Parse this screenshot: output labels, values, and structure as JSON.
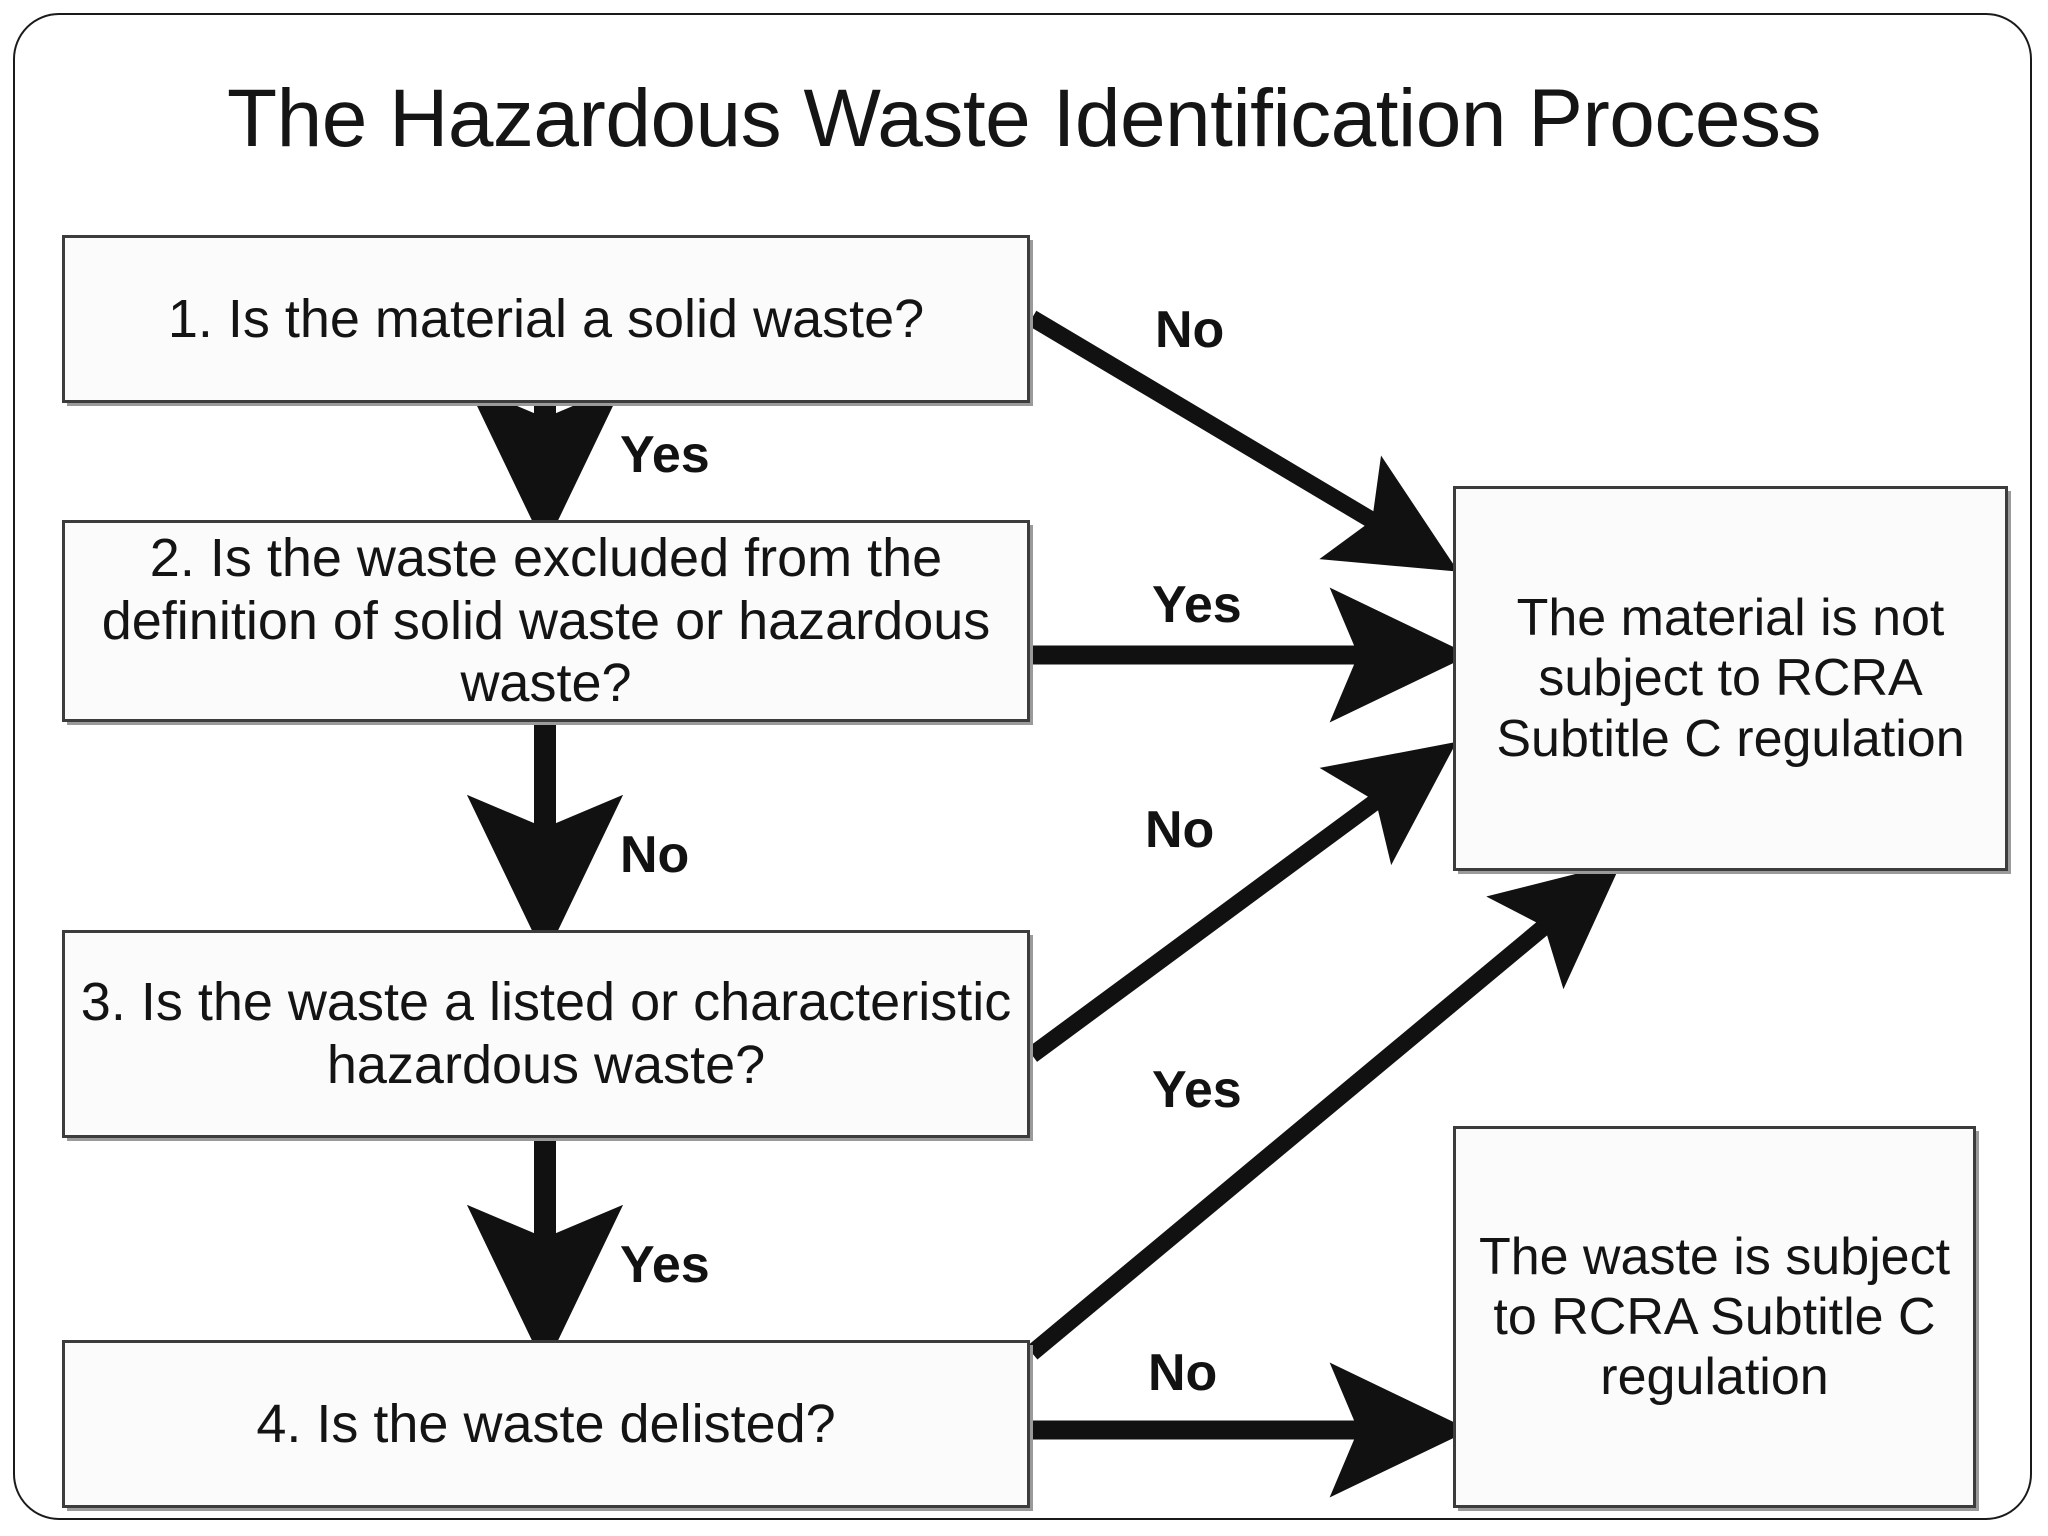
{
  "document": {
    "title": "The Hazardous Waste Identification Process"
  },
  "flowchart": {
    "type": "decision-flowchart",
    "nodes": [
      {
        "id": "q1",
        "kind": "decision",
        "label": "1. Is the material a solid waste?"
      },
      {
        "id": "q2",
        "kind": "decision",
        "label": "2. Is the waste excluded from the definition of solid waste or hazardous waste?"
      },
      {
        "id": "q3",
        "kind": "decision",
        "label": "3. Is the waste a listed or characteristic hazardous waste?"
      },
      {
        "id": "q4",
        "kind": "decision",
        "label": "4. Is the waste delisted?"
      },
      {
        "id": "out-not-subject",
        "kind": "outcome",
        "label": "The material is not subject to RCRA Subtitle C regulation"
      },
      {
        "id": "out-subject",
        "kind": "outcome",
        "label": "The waste is subject to RCRA Subtitle C regulation"
      }
    ],
    "edges": [
      {
        "from": "q1",
        "to": "out-not-subject",
        "label": "No",
        "style": "diagonal-down-right"
      },
      {
        "from": "q1",
        "to": "q2",
        "label": "Yes",
        "style": "vertical-down"
      },
      {
        "from": "q2",
        "to": "out-not-subject",
        "label": "Yes",
        "style": "horizontal-right"
      },
      {
        "from": "q2",
        "to": "q3",
        "label": "No",
        "style": "vertical-down"
      },
      {
        "from": "q3",
        "to": "out-not-subject",
        "label": "No",
        "style": "diagonal-up-right"
      },
      {
        "from": "q3",
        "to": "q4",
        "label": "Yes",
        "style": "vertical-down"
      },
      {
        "from": "q4",
        "to": "out-not-subject",
        "label": "Yes",
        "style": "diagonal-up-right"
      },
      {
        "from": "q4",
        "to": "out-subject",
        "label": "No",
        "style": "horizontal-right"
      }
    ],
    "colors": {
      "node_border": "#3c3c3c",
      "node_fill": "#fbfbfb",
      "arrow": "#111111",
      "text": "#141414",
      "frame": "#1a1a1a"
    }
  }
}
